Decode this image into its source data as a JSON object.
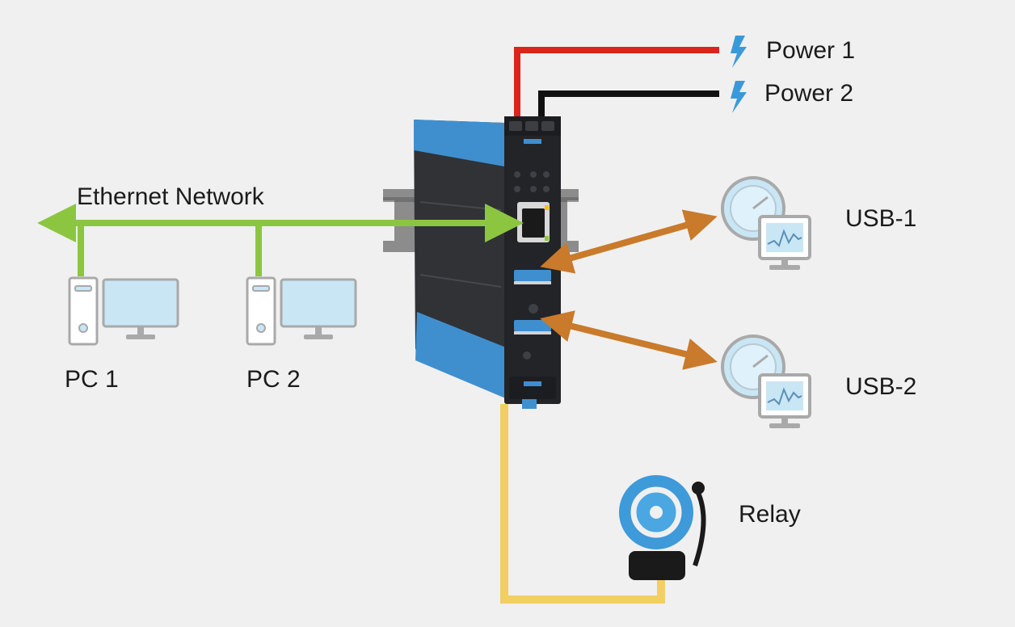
{
  "labels": {
    "power1": "Power 1",
    "power2": "Power 2",
    "ethernet": "Ethernet Network",
    "pc1": "PC 1",
    "pc2": "PC 2",
    "usb1": "USB-1",
    "usb2": "USB-2",
    "relay": "Relay"
  },
  "colors": {
    "background": "#f0f0f0",
    "power1_wire": "#d9251d",
    "power2_wire": "#111111",
    "ethernet": "#8cc640",
    "usb": "#c97a2a",
    "relay_wire": "#f2cf63",
    "lightning": "#3a9ad9",
    "device_body": "#2d2f33",
    "device_accent": "#3f8fcf",
    "icon_fill": "#c9e6f5",
    "icon_stroke": "#a9a9a9",
    "bell": "#3e9ad8"
  },
  "icons": [
    "lightning-icon",
    "desktop-pc-icon",
    "gauge-monitor-icon",
    "alarm-bell-icon",
    "din-rail-gateway-device"
  ]
}
